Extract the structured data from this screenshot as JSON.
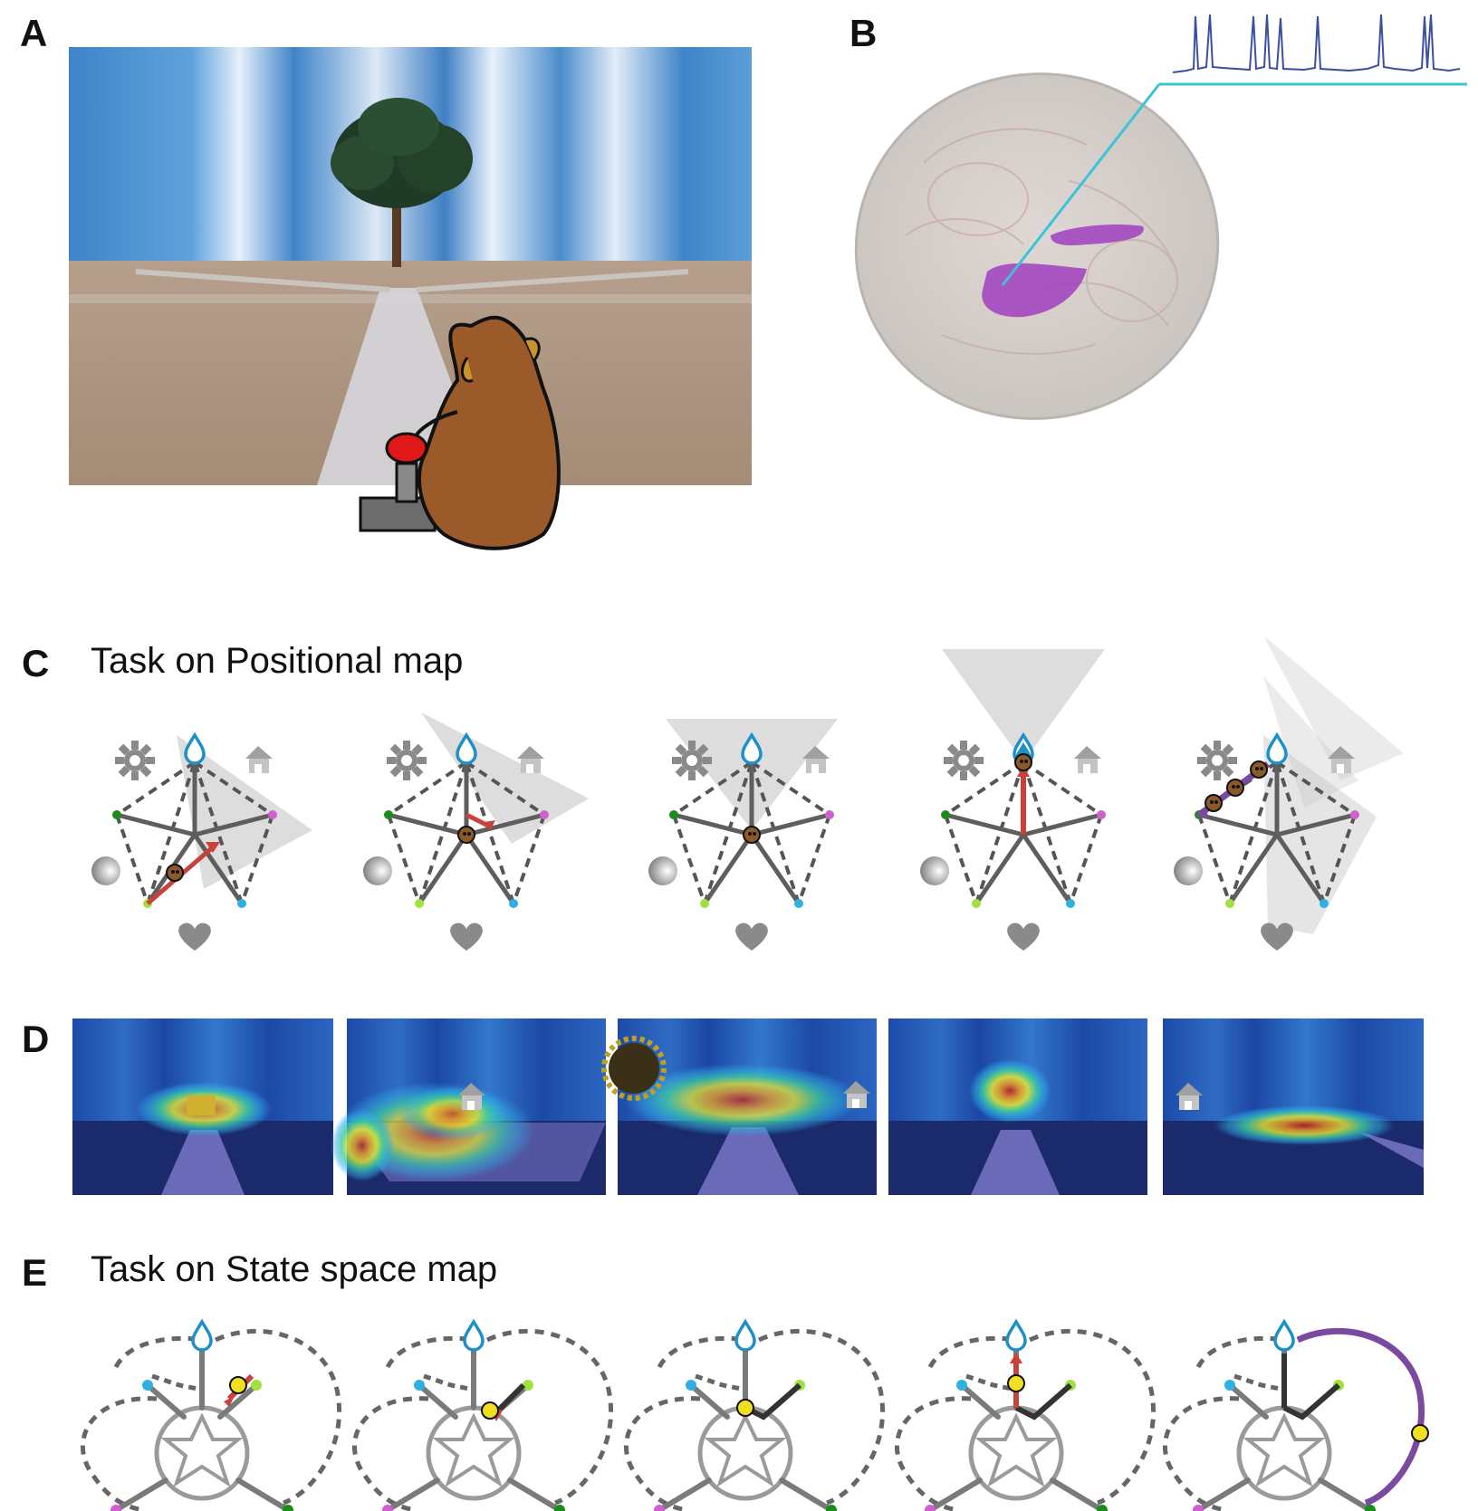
{
  "figure": {
    "panels": {
      "A": {
        "label": "A"
      },
      "B": {
        "label": "B"
      },
      "C": {
        "label": "C",
        "title": "Task on Positional map"
      },
      "D": {
        "label": "D"
      },
      "E": {
        "label": "E",
        "title": "Task on State space map"
      }
    },
    "colors": {
      "water": "#1e90c8",
      "rewardArrow": "#c8423a",
      "monkey": "#8b5a2b",
      "brainRegion": "#a040c0",
      "trace": "#3a4fa0",
      "electrode": "#3bc4d8",
      "statePath": "#7b4aa0",
      "agentState": "#f0e020",
      "nodeGreen": "#1a8c1a",
      "nodeMagenta": "#d060d0",
      "nodeLime": "#a0e040",
      "nodeCyan": "#30b0e0"
    }
  }
}
